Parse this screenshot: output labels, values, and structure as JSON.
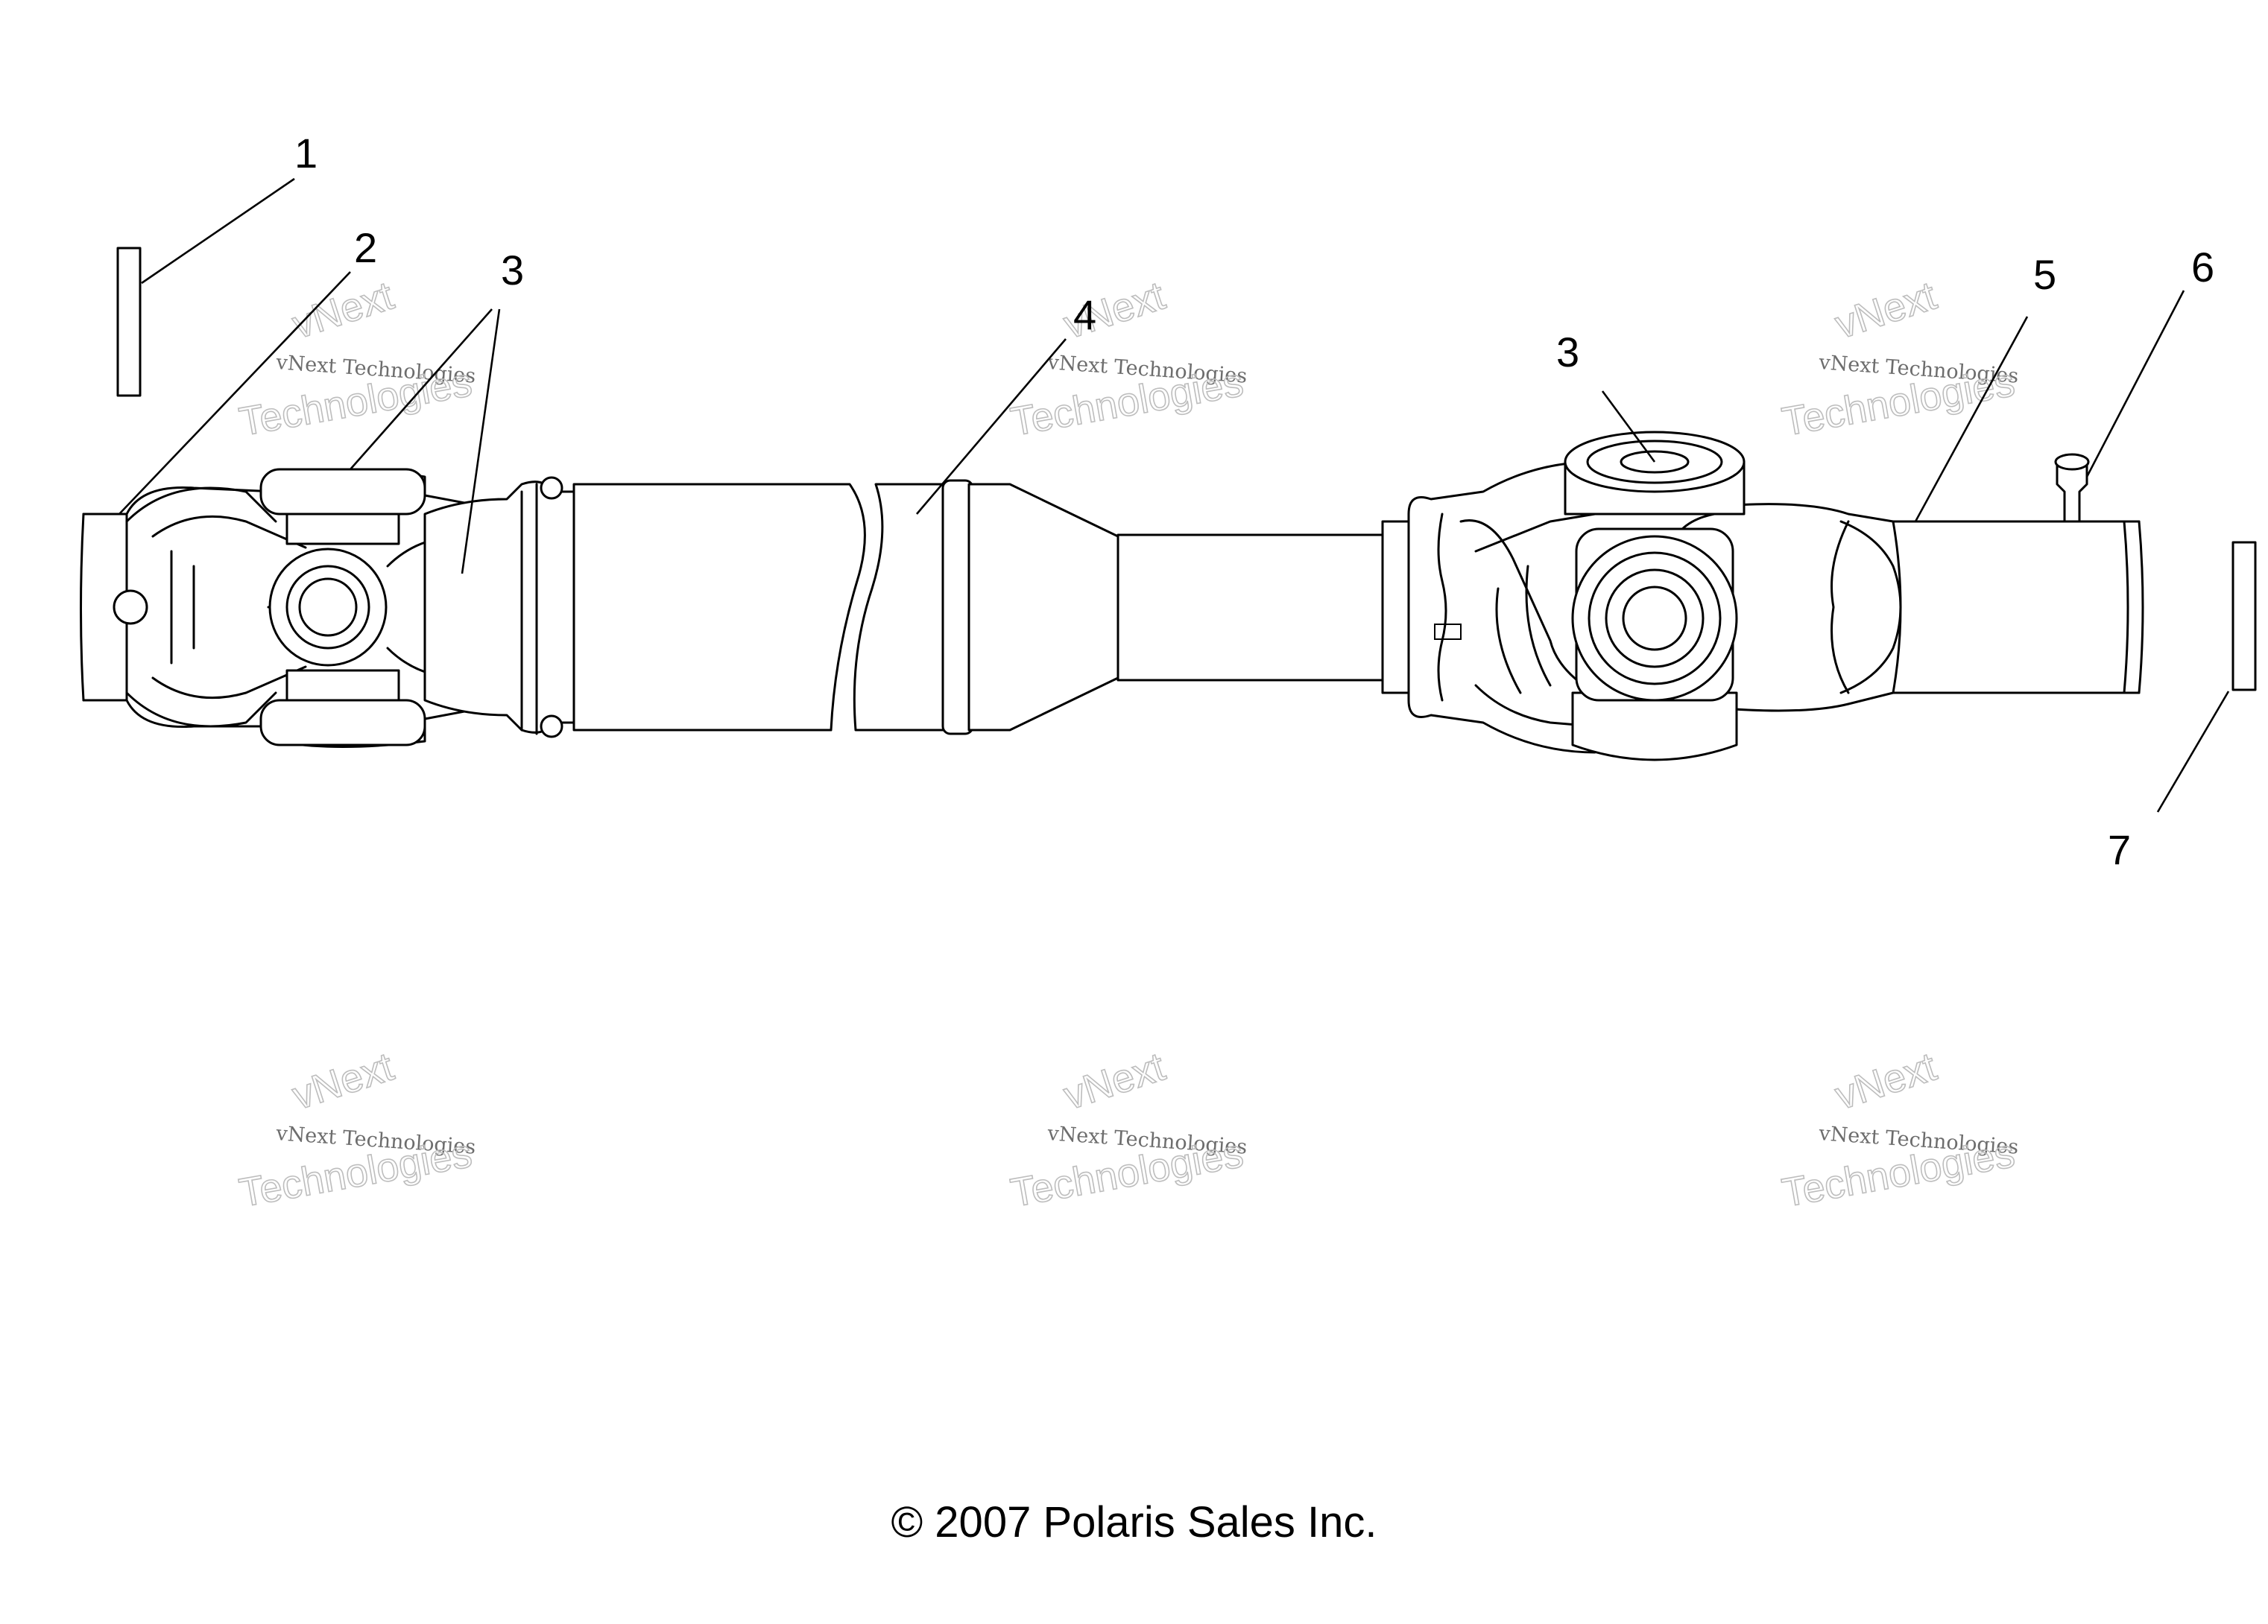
{
  "callouts": [
    "1",
    "2",
    "3",
    "3",
    "4",
    "5",
    "6",
    "7"
  ],
  "watermark": {
    "line1": "vNext",
    "line2": "vNext Technologies",
    "line3": "Technologies"
  },
  "copyright": "© 2007 Polaris Sales Inc."
}
